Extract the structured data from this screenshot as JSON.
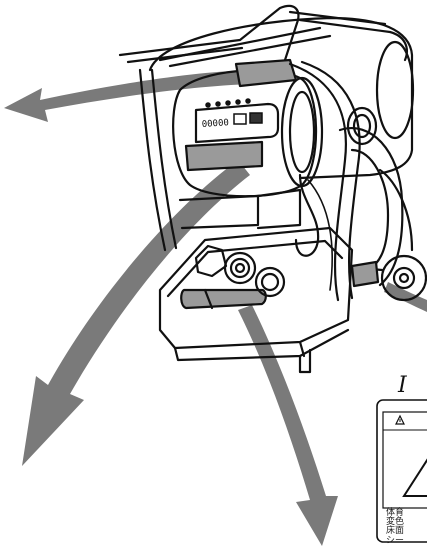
{
  "colors": {
    "arrow": "#7a7a7a",
    "line": "#111111",
    "highlight": "#9a9a9a",
    "paper": "#ffffff"
  },
  "heater": {
    "display_readout": "00000",
    "icons": [
      "warning-icon",
      "arrow-icon"
    ]
  },
  "label_card": {
    "header_letter": "I",
    "lines": [
      "体育",
      "変色",
      "床面",
      "シー"
    ]
  }
}
